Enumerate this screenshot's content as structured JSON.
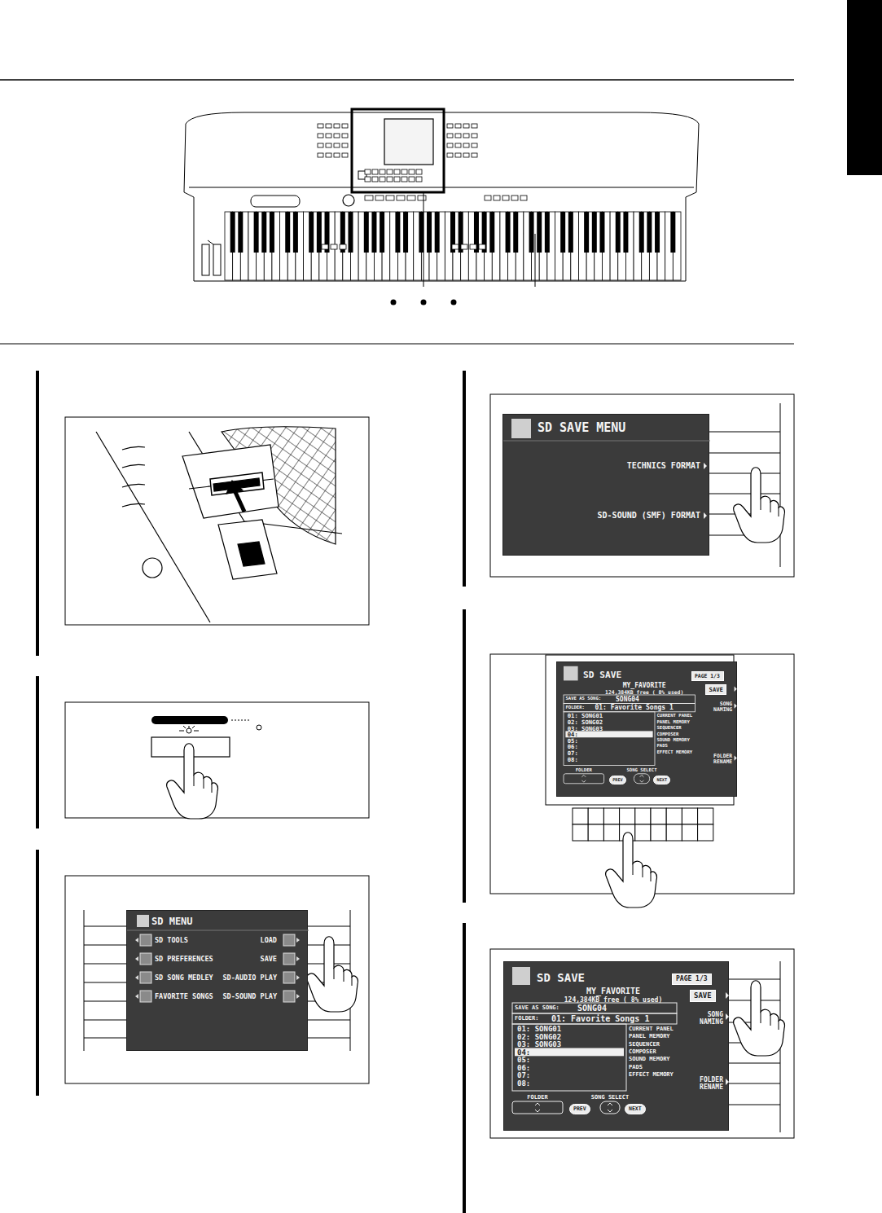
{
  "diagram": {
    "nodes": [
      {
        "text": [
          "SD MENU",
          "SD TOOLS",
          "LOAD",
          "SD PREFERENCES",
          "SAVE",
          "SD SONG MEDLEY",
          "SD-AUDIO PLAY",
          "FAVORITE SONGS",
          "SD-SOUND PLAY"
        ]
      },
      {
        "text": [
          "SD SAVE MENU",
          "TECHNICS FORMAT",
          "SD-SOUND (SMF) FORMAT"
        ]
      },
      {
        "text": [
          "SD SAVE",
          "MY_FAVORITE",
          "124,384KB free ( 8% used)",
          "SAVE AS SONG:",
          "SONG04",
          "FOLDER:",
          "01: Favorite Songs 1",
          "01: SONG01",
          "02: SONG02",
          "03: SONG03",
          "04:",
          "05:",
          "06:",
          "07:",
          "08:",
          "CURRENT PANEL",
          "PANEL MEMORY",
          "SEQUENCER",
          "COMPOSER",
          "SOUND MEMORY",
          "PADS",
          "EFFECT MEMORY",
          "SONG NAMING",
          "FOLDER RENAME",
          "FOLDER",
          "SONG SELECT"
        ]
      },
      {
        "text": [
          "PAGE 1/3"
        ],
        "in": 2
      },
      {
        "text": [
          "SAVE"
        ],
        "in": 2
      },
      {
        "text": [
          "PREV"
        ],
        "in": 2
      },
      {
        "text": [
          "NEXT"
        ],
        "in": 2
      },
      {
        "text": [
          "SD SAVE",
          "MY_FAVORITE",
          "124,384KB free ( 8% used)",
          "SAVE AS SONG:",
          "SONG04",
          "FOLDER:",
          "01: Favorite Songs 1",
          "01: SONG01",
          "02: SONG02",
          "03: SONG03",
          "04:",
          "05:",
          "06:",
          "07:",
          "08:",
          "CURRENT PANEL",
          "PANEL MEMORY",
          "SEQUENCER",
          "COMPOSER",
          "SOUND MEMORY",
          "PADS",
          "EFFECT MEMORY",
          "SONG NAMING",
          "FOLDER RENAME",
          "FOLDER",
          "SONG SELECT"
        ]
      },
      {
        "text": [
          "PAGE 1/3"
        ],
        "in": 7
      },
      {
        "text": [
          "SAVE"
        ],
        "in": 7
      },
      {
        "text": [
          "PREV"
        ],
        "in": 7
      },
      {
        "text": [
          "NEXT"
        ],
        "in": 7
      }
    ]
  }
}
